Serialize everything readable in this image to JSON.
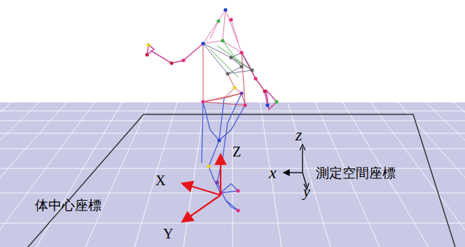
{
  "diagram": {
    "labels": [
      "Z",
      "X",
      "Y",
      "体中心座標",
      "z",
      "x",
      "y",
      "測定空間座標"
    ]
  }
}
